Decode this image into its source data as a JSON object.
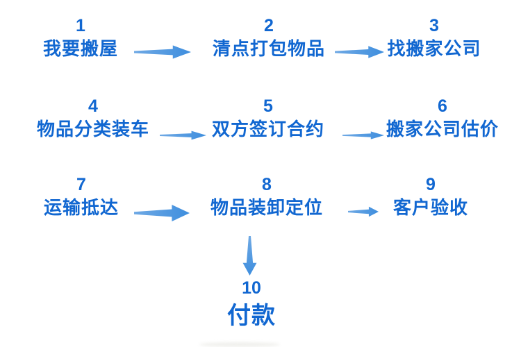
{
  "diagram": {
    "type": "flowchart",
    "steps": [
      {
        "number": "1",
        "label": "我要搬屋"
      },
      {
        "number": "2",
        "label": "清点打包物品"
      },
      {
        "number": "3",
        "label": "找搬家公司"
      },
      {
        "number": "4",
        "label": "物品分类装车"
      },
      {
        "number": "5",
        "label": "双方签订合约"
      },
      {
        "number": "6",
        "label": "搬家公司估价"
      },
      {
        "number": "7",
        "label": "运输抵达"
      },
      {
        "number": "8",
        "label": "物品装卸定位"
      },
      {
        "number": "9",
        "label": "客户验收"
      },
      {
        "number": "10",
        "label": "付款"
      }
    ],
    "connections": [
      {
        "from": "1",
        "to": "2",
        "direction": "right"
      },
      {
        "from": "2",
        "to": "3",
        "direction": "right"
      },
      {
        "from": "4",
        "to": "5",
        "direction": "right"
      },
      {
        "from": "5",
        "to": "6",
        "direction": "right"
      },
      {
        "from": "7",
        "to": "8",
        "direction": "right"
      },
      {
        "from": "8",
        "to": "9",
        "direction": "right"
      },
      {
        "from": "8",
        "to": "10",
        "direction": "down"
      }
    ],
    "icons": {
      "arrow_right": "tapered-right-arrow",
      "arrow_down": "tapered-down-arrow"
    },
    "colors": {
      "step_text": "#1167D1",
      "arrow_tail": "#6FA9E4",
      "arrow_head": "#3E8EDE",
      "background": "#FFFFFF"
    }
  }
}
